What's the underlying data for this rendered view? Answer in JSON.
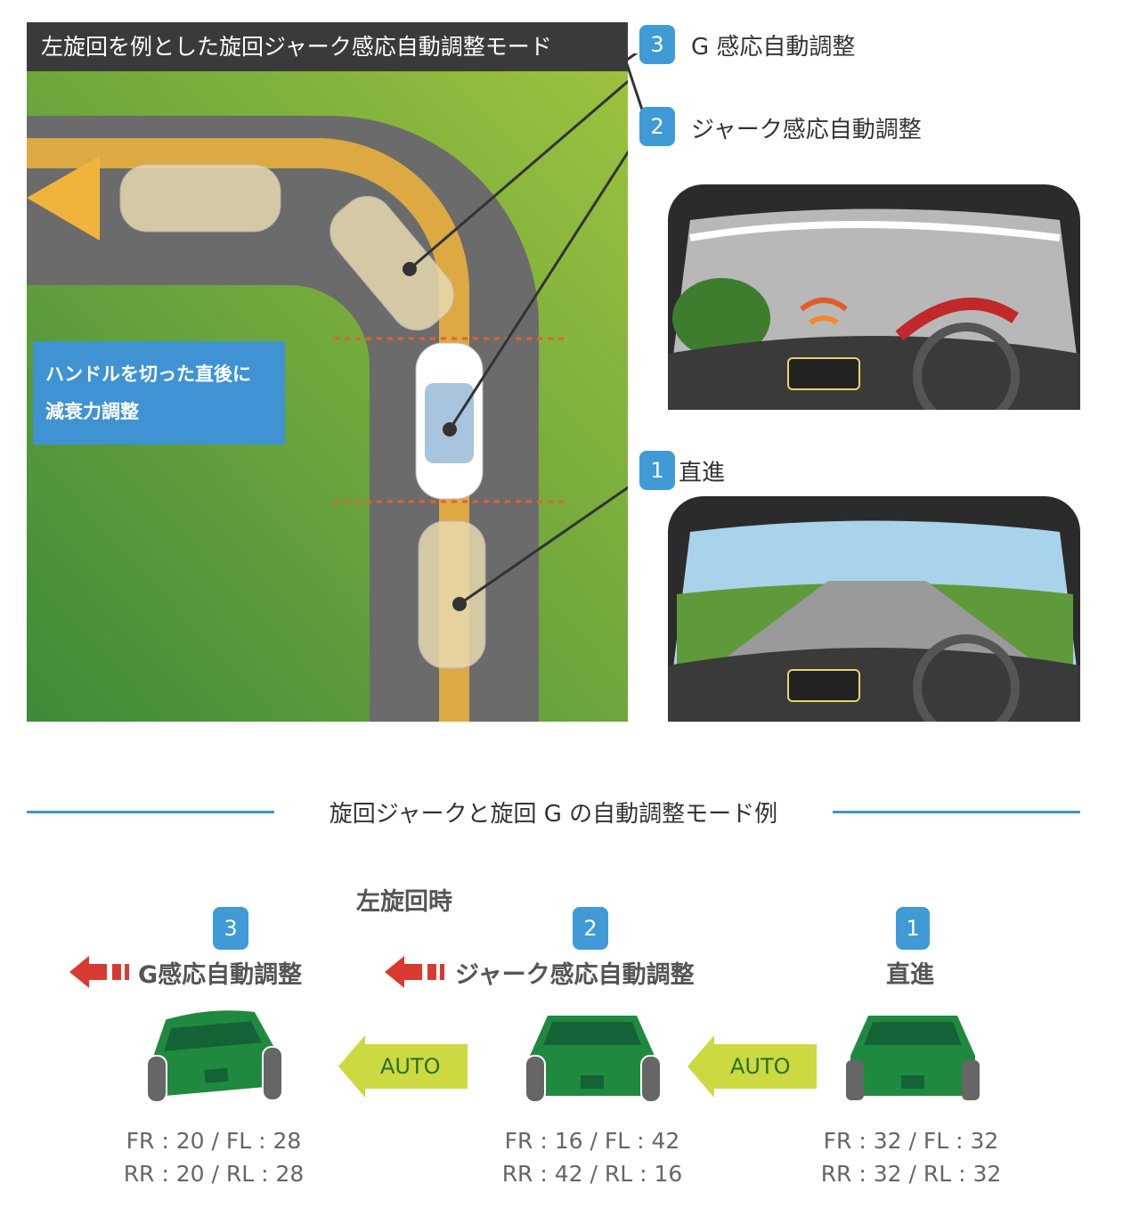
{
  "top": {
    "title": "左旋回を例とした旋回ジャーク感応自動調整モード",
    "callout": [
      "ハンドルを切った直後に",
      "減衰力調整"
    ],
    "steps": [
      {
        "num": "3",
        "label": "G 感応自動調整"
      },
      {
        "num": "2",
        "label": "ジャーク感応自動調整"
      },
      {
        "num": "1",
        "label": "直進"
      }
    ]
  },
  "section_title": "旋回ジャークと旋回 G の自動調整モード例",
  "bottom": {
    "heading": "左旋回時",
    "auto_label": "AUTO",
    "modes": [
      {
        "num": "3",
        "label": "G感応自動調整",
        "line1": "FR : 20  /  FL : 28",
        "line2": "RR : 20  /  RL : 28"
      },
      {
        "num": "2",
        "label": "ジャーク感応自動調整",
        "line1": "FR : 16  /  FL : 42",
        "line2": "RR : 42  /  RL : 16"
      },
      {
        "num": "1",
        "label": "直進",
        "line1": "FR : 32  /  FL : 32",
        "line2": "RR : 32  /  RL : 32"
      }
    ]
  },
  "colors": {
    "accent": "#3f93d3",
    "grass": "#5a9a3a",
    "road": "#6b6b6b",
    "car": "#1f8a3f",
    "auto": "#cdd940",
    "arrow_red": "#d93a30"
  }
}
